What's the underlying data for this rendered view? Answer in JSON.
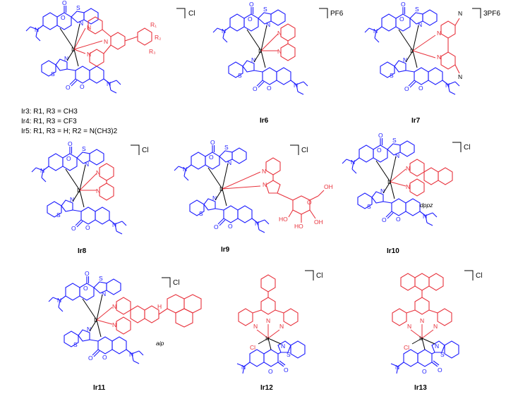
{
  "colors": {
    "coumarin": "#1a1aff",
    "ancillary": "#e8323c",
    "metal": "#000000"
  },
  "complexes": [
    {
      "id": "ir3-5",
      "label": "",
      "counterion": "Cl"
    },
    {
      "id": "ir6",
      "label": "Ir6",
      "counterion": "PF6"
    },
    {
      "id": "ir7",
      "label": "Ir7",
      "counterion": "3PF6"
    },
    {
      "id": "ir8",
      "label": "Ir8",
      "counterion": "Cl"
    },
    {
      "id": "ir9",
      "label": "Ir9",
      "counterion": "Cl"
    },
    {
      "id": "ir10",
      "label": "Ir10",
      "counterion": "Cl",
      "ligand_name": "dppz"
    },
    {
      "id": "ir11",
      "label": "Ir11",
      "counterion": "Cl",
      "ligand_name": "aip"
    },
    {
      "id": "ir12",
      "label": "Ir12",
      "counterion": "Cl"
    },
    {
      "id": "ir13",
      "label": "Ir13",
      "counterion": "Cl"
    }
  ],
  "substituent_notes": [
    "Ir3: R1, R3 = CH3",
    "Ir4: R1, R3 = CF3",
    "Ir5: R1, R3 = H; R2 = N(CH3)2"
  ]
}
